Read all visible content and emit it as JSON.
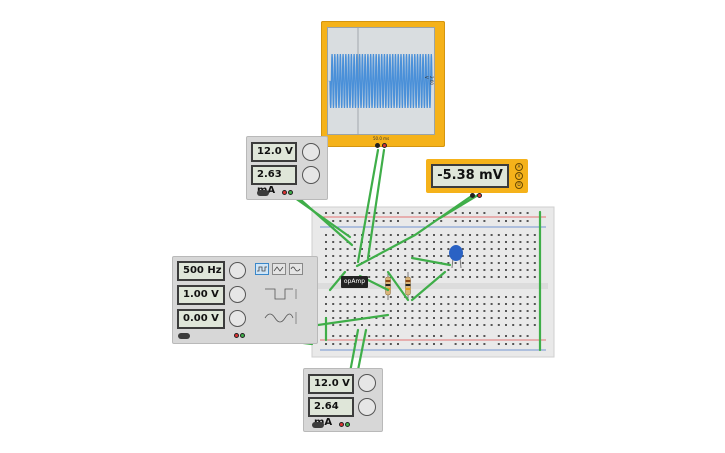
{
  "oscilloscope": {
    "time_label": "50.0 ms",
    "volt_label": "2.00 V",
    "wave_color": "#4a90d9",
    "wave_cycles": 37
  },
  "psu_top": {
    "voltage": "12.0 V",
    "current": "2.63 mA"
  },
  "psu_bottom": {
    "voltage": "12.0 V",
    "current": "2.64 mA"
  },
  "multimeter": {
    "reading": "-5.38 mV",
    "buttons": [
      "A",
      "V",
      "Ω"
    ]
  },
  "function_generator": {
    "frequency": "500 Hz",
    "amplitude": "1.00 V",
    "offset": "0.00 V",
    "waveform_buttons": [
      "square",
      "triangle",
      "sine"
    ],
    "selected_waveform": "square"
  },
  "opamp": {
    "label": "opAmp"
  },
  "colors": {
    "wire": "#3fae49",
    "rail_red": "#e04a4a",
    "rail_blue": "#4a78c9",
    "capacitor": "#2a62c4",
    "housing": "#f5b21a"
  }
}
